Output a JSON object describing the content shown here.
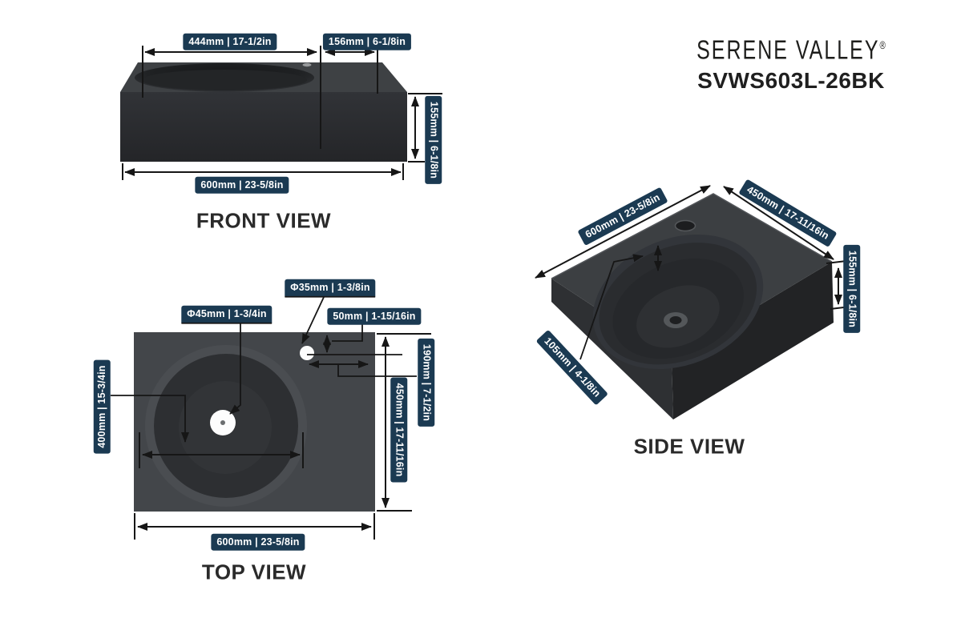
{
  "brand": {
    "name": "SERENE VALLEY",
    "registered": "®",
    "model": "SVWS603L-26BK"
  },
  "views": {
    "front": {
      "title": "FRONT VIEW",
      "dims": {
        "basin_width": "444mm | 17-1/2in",
        "right_offset": "156mm | 6-1/8in",
        "height": "155mm | 6-1/8in",
        "total_width": "600mm | 23-5/8in"
      }
    },
    "top": {
      "title": "TOP VIEW",
      "dims": {
        "faucet_hole_diameter": "Φ35mm | 1-3/8in",
        "drain_diameter": "Φ45mm | 1-3/4in",
        "faucet_back_offset": "50mm | 1-15/16in",
        "basin_diameter": "400mm | 15-3/4in",
        "faucet_side_offset": "190mm | 7-1/2in",
        "depth": "450mm | 17-11/16in",
        "total_width": "600mm | 23-5/8in"
      }
    },
    "side": {
      "title": "SIDE VIEW",
      "dims": {
        "width": "600mm | 23-5/8in",
        "depth": "450mm | 17-11/16in",
        "height": "155mm | 6-1/8in",
        "basin_depth": "105mm | 4-1/8in"
      }
    }
  },
  "colors": {
    "background": "#ffffff",
    "label_bg": "#1b3a52",
    "label_text": "#ffffff",
    "dimension_line": "#161616",
    "sink_top_face": "#3e4144",
    "sink_front_face": "#2c2e31",
    "title_text": "#2a2a2a"
  }
}
